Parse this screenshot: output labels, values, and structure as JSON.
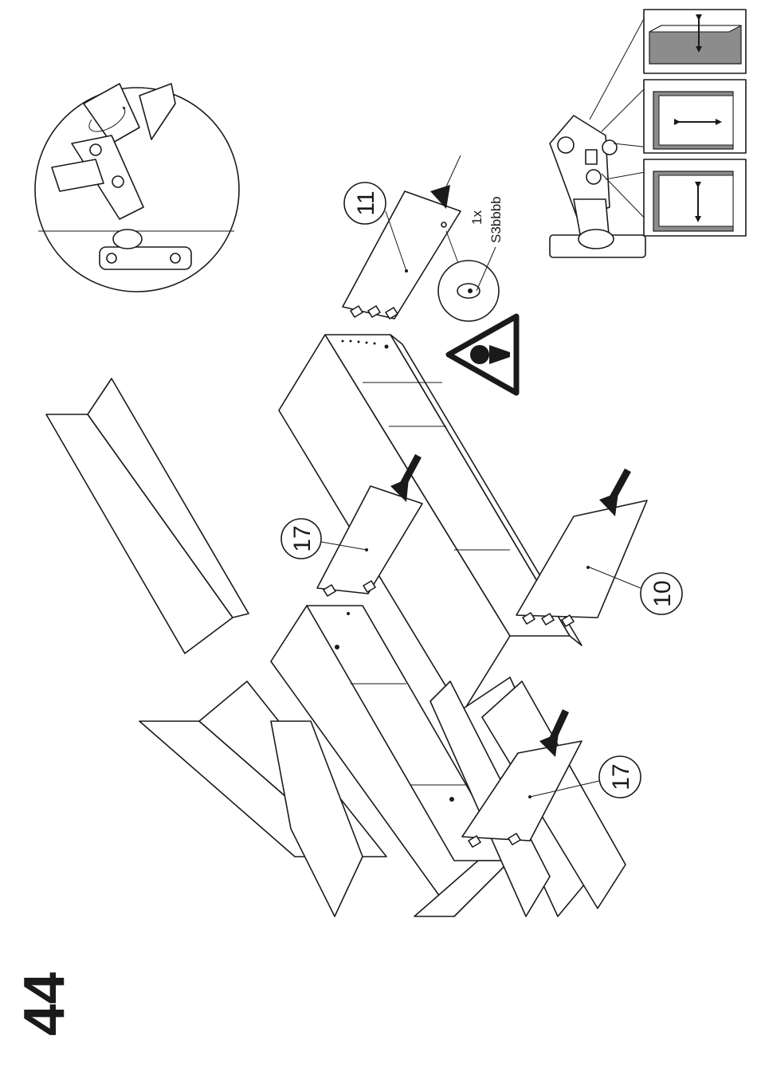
{
  "step_number": "44",
  "parts": [
    {
      "id": "part-11",
      "label": "11"
    },
    {
      "id": "part-17-top",
      "label": "17"
    },
    {
      "id": "part-10",
      "label": "10"
    },
    {
      "id": "part-17-bottom",
      "label": "17"
    }
  ],
  "fitting": {
    "quantity": "1x",
    "code": "S3bbbb"
  },
  "icons": [
    "warning-icon",
    "hinge-detail-icon",
    "adjust-vertical-icon",
    "adjust-horizontal-icon",
    "adjust-depth-icon",
    "insert-arrow-icon"
  ]
}
